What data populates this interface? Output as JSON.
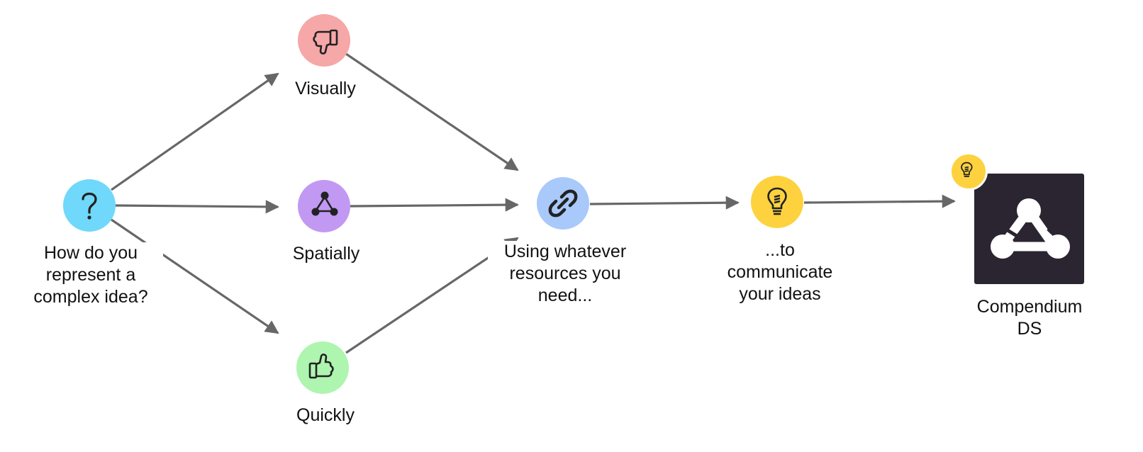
{
  "colors": {
    "edge": "#676767",
    "question": "#70d8fa",
    "con": "#f6a7a8",
    "map": "#c199f3",
    "pro": "#aef5b0",
    "reference": "#a9c9fb",
    "idea": "#fdd23e",
    "tile": "#2a2530",
    "icon": "#222222"
  },
  "nodes": {
    "question": {
      "label": "How do you\nrepresent a\ncomplex idea?",
      "icon": "question-icon"
    },
    "visually": {
      "label": "Visually",
      "icon": "thumbs-down-icon"
    },
    "spatially": {
      "label": "Spatially",
      "icon": "map-icon"
    },
    "quickly": {
      "label": "Quickly",
      "icon": "thumbs-up-icon"
    },
    "resources": {
      "label": "Using whatever\nresources you\nneed...",
      "icon": "link-icon"
    },
    "communicate": {
      "label": "...to\ncommunicate\nyour ideas",
      "icon": "lightbulb-icon"
    },
    "compendium": {
      "label": "Compendium\nDS",
      "icon": "map-icon",
      "badge_icon": "lightbulb-icon"
    }
  },
  "edges": [
    {
      "from": "question",
      "to": "visually"
    },
    {
      "from": "question",
      "to": "spatially"
    },
    {
      "from": "question",
      "to": "quickly"
    },
    {
      "from": "visually",
      "to": "resources"
    },
    {
      "from": "spatially",
      "to": "resources"
    },
    {
      "from": "quickly",
      "to": "resources"
    },
    {
      "from": "resources",
      "to": "communicate"
    },
    {
      "from": "communicate",
      "to": "compendium"
    }
  ]
}
